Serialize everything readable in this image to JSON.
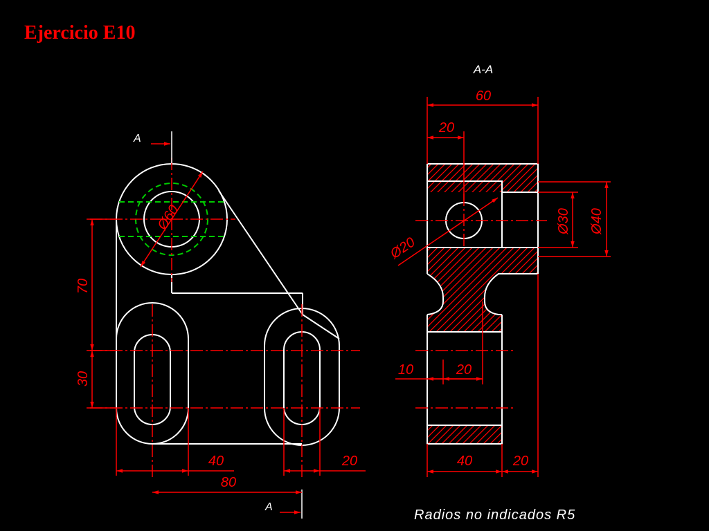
{
  "title": "Ejercicio E10",
  "section_view": {
    "label": "A-A",
    "dims": {
      "width": "60",
      "offset": "20",
      "hole_diameter": "Ø20",
      "boss_inner_diameter": "Ø30",
      "boss_outer_diameter": "Ø40",
      "left_offset": "10",
      "slot_width": "20",
      "bottom_width": "40",
      "bottom_right": "20"
    }
  },
  "front_view": {
    "cut_marker_top": "A",
    "cut_marker_bottom": "A",
    "dims": {
      "boss_diameter": "Ø60",
      "height_upper": "70",
      "height_lower": "30",
      "slot_spacing": "40",
      "total_width": "80",
      "right_offset": "20"
    }
  },
  "note": "Radios no indicados R5",
  "colors": {
    "background": "#000000",
    "outline": "#ffffff",
    "dimension": "#ff0000",
    "hidden": "#00cc00"
  }
}
